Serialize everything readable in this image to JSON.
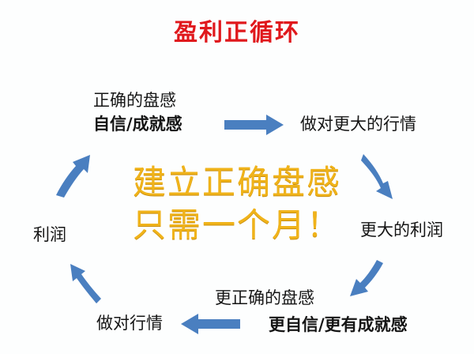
{
  "title": "盈利正循环",
  "colors": {
    "title": "#e0181c",
    "center_text": "#f0b31a",
    "arrow": "#4a7fc0",
    "node_text": "#151515"
  },
  "center": {
    "line1": "建立正确盘感",
    "line2": "只需一个月！"
  },
  "nodes": {
    "top_left": {
      "line1": "正确的盘感",
      "line2": "自信/成就感"
    },
    "top_right": {
      "label": "做对更大的行情"
    },
    "right": {
      "label": "更大的利润"
    },
    "bottom_right": {
      "line1": "更正确的盘感",
      "line2": "更自信/更有成就感"
    },
    "bottom_left": {
      "label": "做对行情"
    },
    "left": {
      "label": "利润"
    }
  },
  "arrows": [
    {
      "from": "top_left",
      "to": "top_right",
      "direction": "right"
    },
    {
      "from": "top_right",
      "to": "right",
      "direction": "down-right"
    },
    {
      "from": "right",
      "to": "bottom_right",
      "direction": "down-left"
    },
    {
      "from": "bottom_right",
      "to": "bottom_left",
      "direction": "left"
    },
    {
      "from": "bottom_left",
      "to": "left",
      "direction": "up-left"
    },
    {
      "from": "left",
      "to": "top_left",
      "direction": "up-right"
    }
  ]
}
